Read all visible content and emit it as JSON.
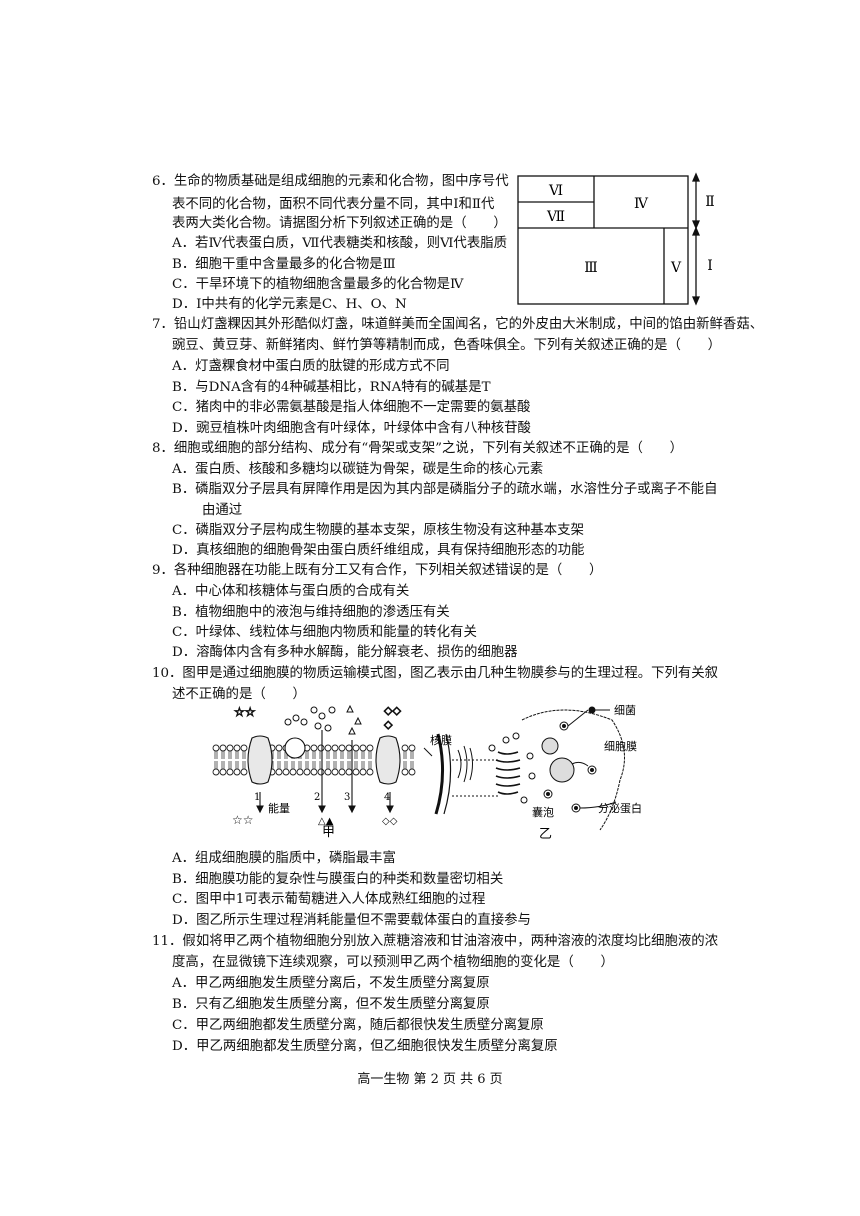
{
  "q6": {
    "lines": [
      "6．生命的物质基础是组成细胞的元素和化合物，图中序号代",
      "表不同的化合物，面积不同代表分量不同，其中Ⅰ和Ⅱ代",
      "表两大类化合物。请据图分析下列叙述正确的是（　　）"
    ],
    "options": [
      "A．若Ⅳ代表蛋白质，Ⅶ代表糖类和核酸，则Ⅵ代表脂质",
      "B．细胞干重中含量最多的化合物是Ⅲ",
      "C．干旱环境下的植物细胞含量最多的化合物是Ⅳ",
      "D．Ⅰ中共有的化学元素是C、H、O、N"
    ],
    "diagram": {
      "VI": "Ⅵ",
      "VII": "Ⅶ",
      "IV": "Ⅳ",
      "III": "Ⅲ",
      "V": "Ⅴ",
      "II": "Ⅱ",
      "I": "Ⅰ"
    }
  },
  "q7": {
    "lines": [
      "7．铅山灯盏粿因其外形酷似灯盏，味道鲜美而全国闻名，它的外皮由大米制成，中间的馅由新鲜香菇、",
      "豌豆、黄豆芽、新鲜猪肉、鲜竹笋等精制而成，色香味俱全。下列有关叙述正确的是（　　）"
    ],
    "options": [
      "A．灯盏粿食材中蛋白质的肽键的形成方式不同",
      "B．与DNA含有的4种碱基相比，RNA特有的碱基是T",
      "C．猪肉中的非必需氨基酸是指人体细胞不一定需要的氨基酸",
      "D．豌豆植株叶肉细胞含有叶绿体，叶绿体中含有八种核苷酸"
    ]
  },
  "q8": {
    "lines": [
      "8．细胞或细胞的部分结构、成分有“骨架或支架”之说，下列有关叙述不正确的是（　　）"
    ],
    "options": [
      "A．蛋白质、核酸和多糖均以碳链为骨架，碳是生命的核心元素",
      "B．磷脂双分子层具有屏障作用是因为其内部是磷脂分子的疏水端，水溶性分子或离子不能自",
      "由通过",
      "C．磷脂双分子层构成生物膜的基本支架，原核生物没有这种基本支架",
      "D．真核细胞的细胞骨架由蛋白质纤维组成，具有保持细胞形态的功能"
    ]
  },
  "q9": {
    "lines": [
      "9．各种细胞器在功能上既有分工又有合作，下列相关叙述错误的是（　　）"
    ],
    "options": [
      "A．中心体和核糖体与蛋白质的合成有关",
      "B．植物细胞中的液泡与维持细胞的渗透压有关",
      "C．叶绿体、线粒体与细胞内物质和能量的转化有关",
      "D．溶酶体内含有多种水解酶，能分解衰老、损伤的细胞器"
    ]
  },
  "q10": {
    "lines": [
      "10．图甲是通过细胞膜的物质运输模式图，图乙表示由几种生物膜参与的生理过程。下列有关叙",
      "述不正确的是（　　）"
    ],
    "options": [
      "A．组成细胞膜的脂质中，磷脂最丰富",
      "B．细胞膜功能的复杂性与膜蛋白的种类和数量密切相关",
      "C．图甲中1可表示葡萄糖进入人体成熟红细胞的过程",
      "D．图乙所示生理过程消耗能量但不需要载体蛋白的直接参与"
    ],
    "figure": {
      "jia_label": "甲",
      "yi_label": "乙",
      "energy": "能量",
      "num1": "1",
      "num2": "2",
      "num3": "3",
      "num4": "4",
      "nuclear_membrane": "核膜",
      "bacteria": "细菌",
      "cell_membrane": "细胞膜",
      "vesicle": "囊泡",
      "secreted_protein": "分泌蛋白"
    }
  },
  "q11": {
    "lines": [
      "11．假如将甲乙两个植物细胞分别放入蔗糖溶液和甘油溶液中，两种溶液的浓度均比细胞液的浓",
      "度高，在显微镜下连续观察，可以预测甲乙两个植物细胞的变化是（　　）"
    ],
    "options": [
      "A．甲乙两细胞发生质壁分离后，不发生质壁分离复原",
      "B．只有乙细胞发生质壁分离，但不发生质壁分离复原",
      "C．甲乙两细胞都发生质壁分离，随后都很快发生质壁分离复原",
      "D．甲乙两细胞都发生质壁分离，但乙细胞很快发生质壁分离复原"
    ]
  },
  "footer": "高一生物  第 2 页  共 6 页"
}
